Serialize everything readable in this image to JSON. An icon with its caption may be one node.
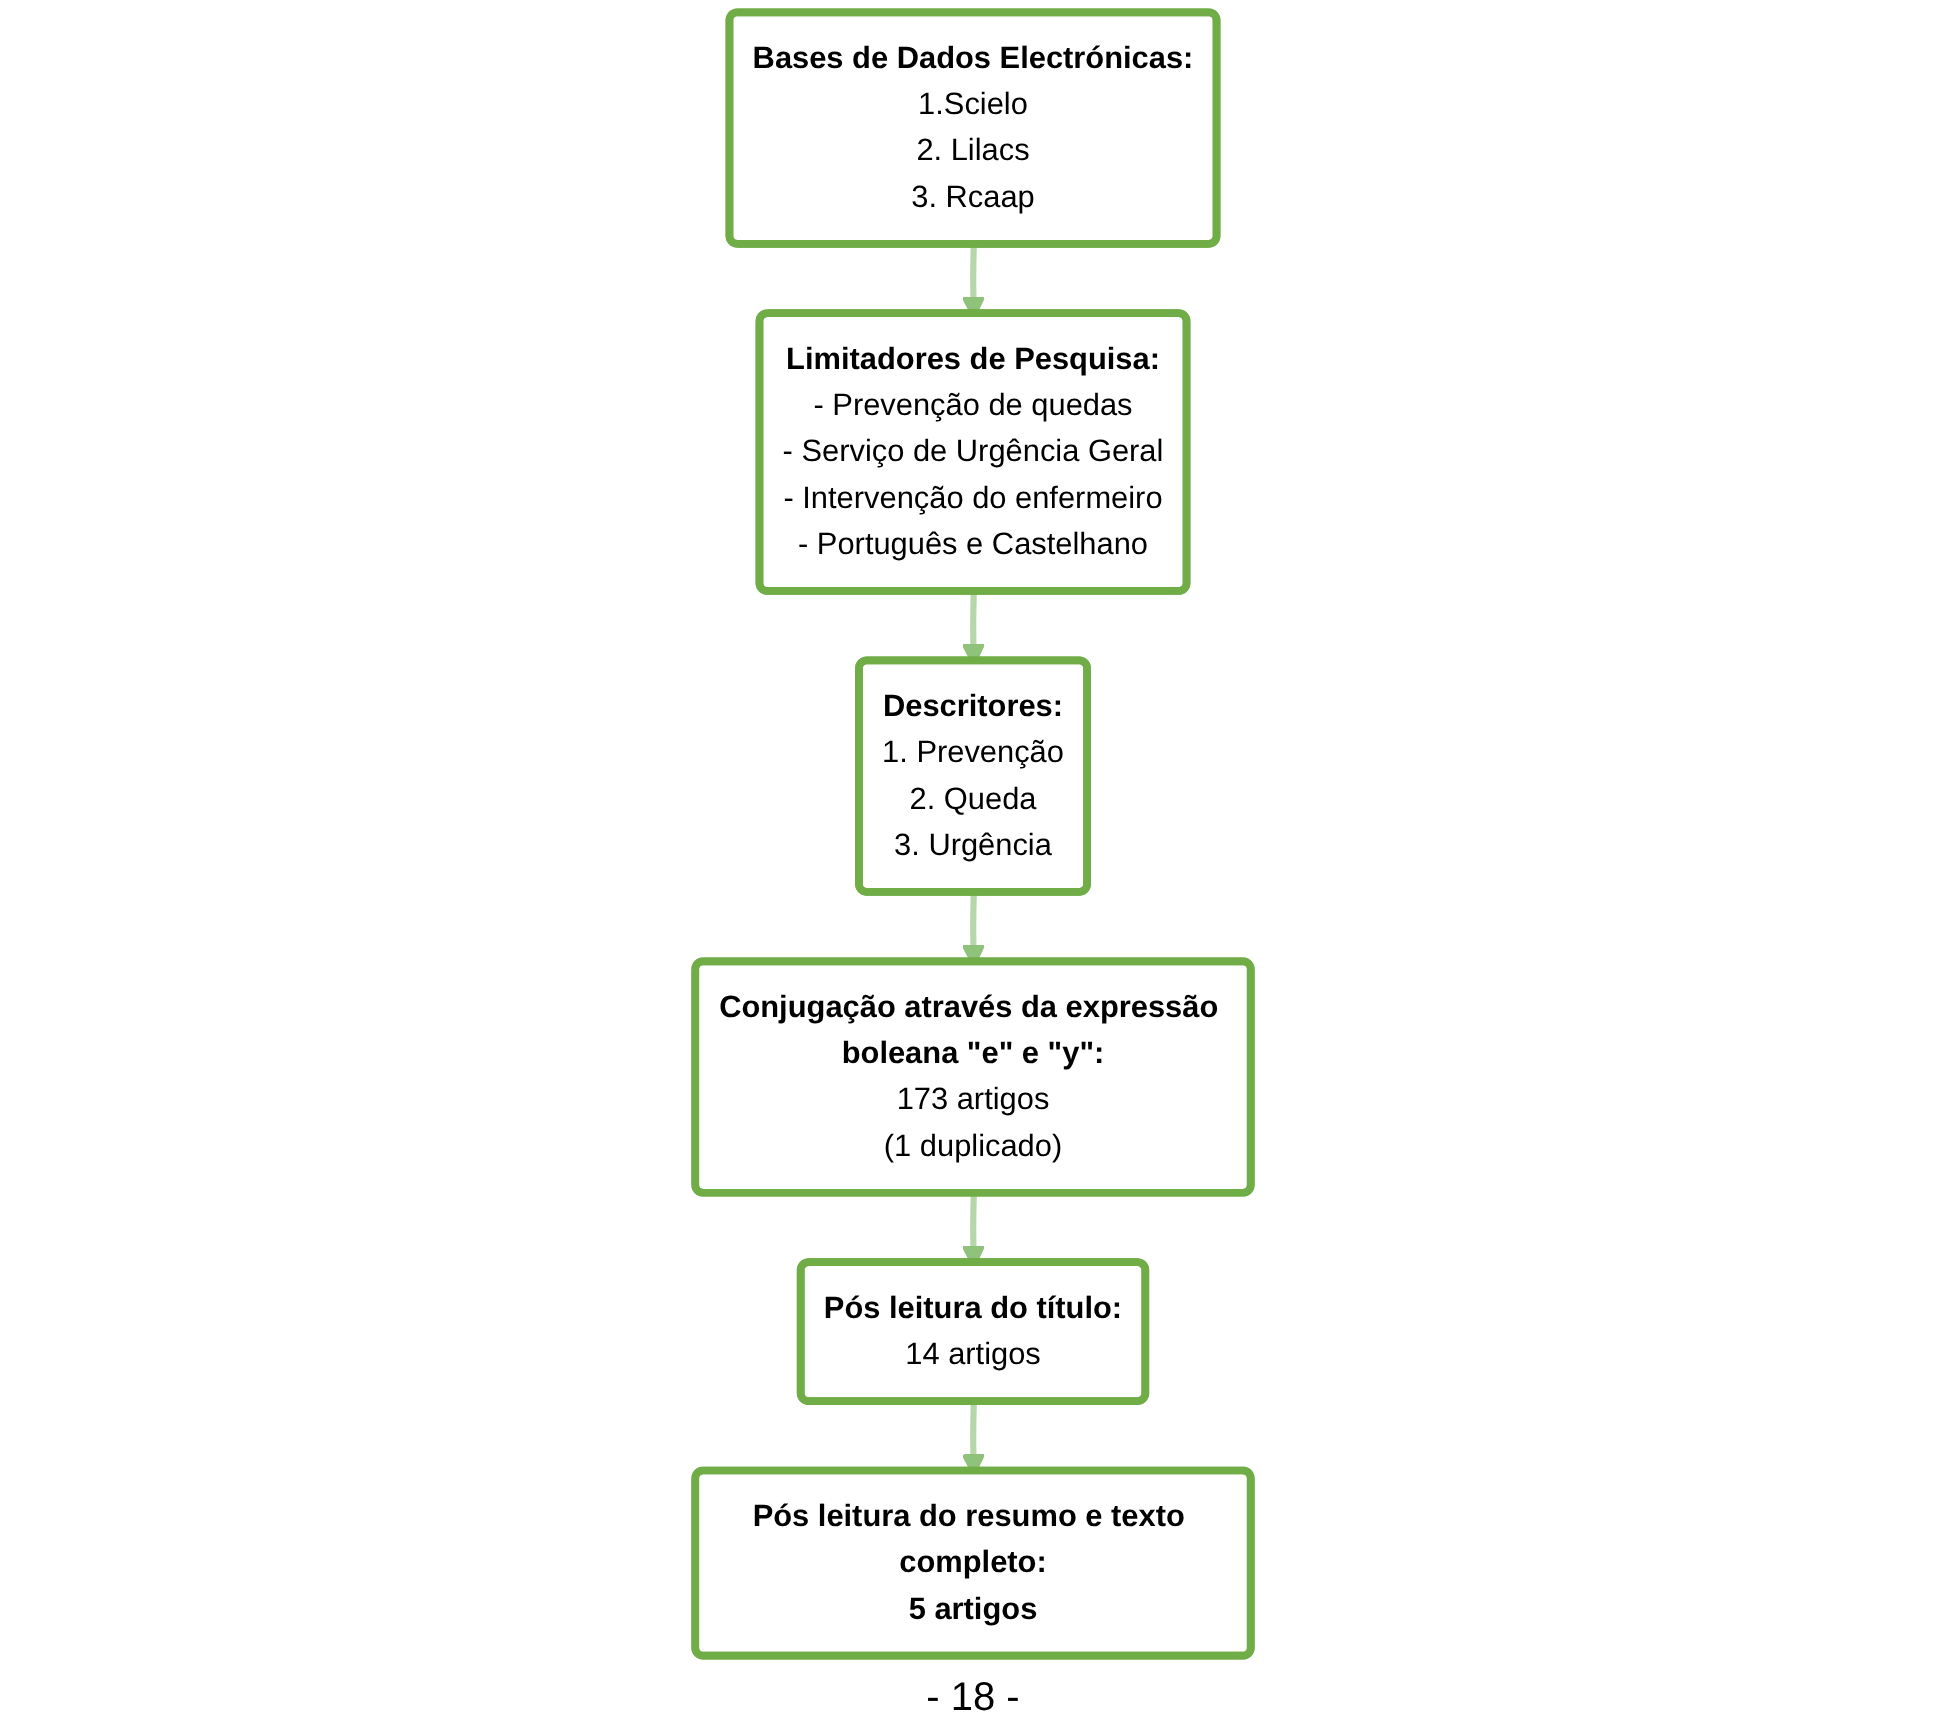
{
  "diagram": {
    "nodes": [
      {
        "text": [
          "Bases de Dados Electrónicas:",
          "1.Scielo",
          "2. Lilacs",
          "3. Rcaap"
        ]
      },
      {
        "text": [
          "Limitadores de Pesquisa:",
          "- Prevenção de quedas",
          "- Serviço de Urgência Geral",
          "- Intervenção do enfermeiro",
          "- Português e Castelhano"
        ]
      },
      {
        "text": [
          "Descritores:",
          "1. Prevenção",
          "2. Queda",
          "3. Urgência"
        ]
      },
      {
        "text": [
          "Conjugação através da expressão boleana \"e\" e \"y\":",
          "173 artigos",
          "(1 duplicado)"
        ]
      },
      {
        "text": [
          "Pós leitura do título:",
          "14 artigos"
        ]
      },
      {
        "text": [
          "Pós leitura do resumo e texto completo:",
          "5 artigos"
        ]
      }
    ],
    "edges": [
      {
        "from": 0,
        "to": 1,
        "arrow": "to"
      },
      {
        "from": 1,
        "to": 2,
        "arrow": "to"
      },
      {
        "from": 2,
        "to": 3,
        "arrow": "to"
      },
      {
        "from": 3,
        "to": 4,
        "arrow": "to"
      },
      {
        "from": 4,
        "to": 5,
        "arrow": "to"
      }
    ],
    "labels": [
      "- 18 -"
    ]
  }
}
